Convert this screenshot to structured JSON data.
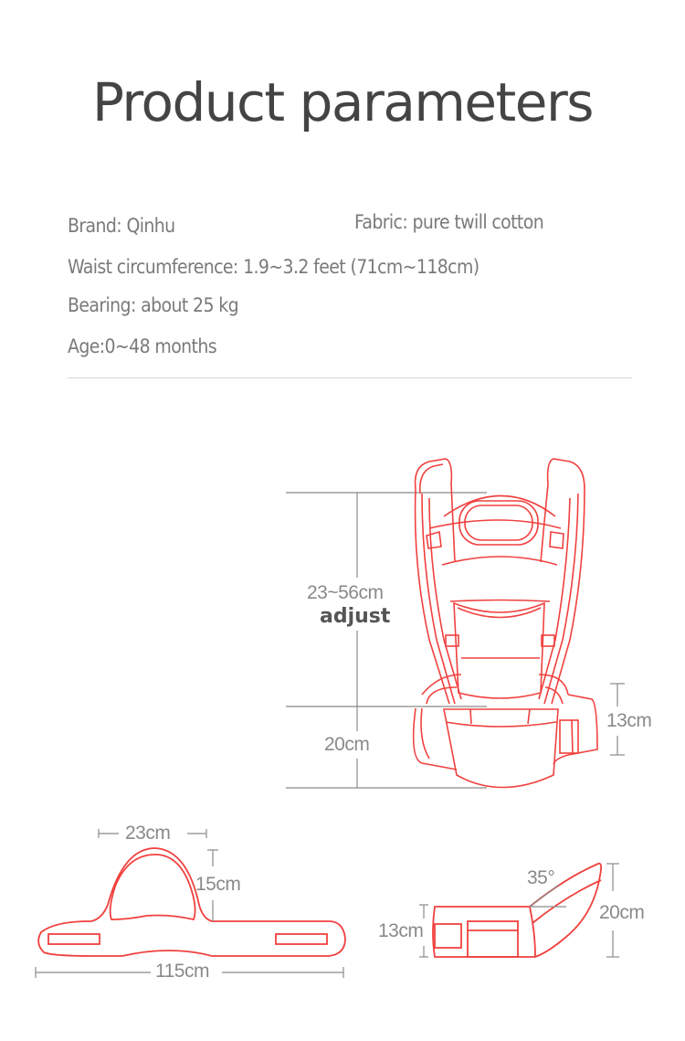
{
  "header": {
    "title": "Product parameters"
  },
  "parameters": {
    "brand": "Brand: Qinhu",
    "fabric": "Fabric: pure twill cotton",
    "waist": "Waist circumference: 1.9~3.2 feet (71cm~118cm)",
    "bearing": "Bearing: about 25 kg",
    "age": "Age:0~48 months"
  },
  "diagram_main": {
    "adjust_range": "23~56cm",
    "adjust_label": "adjust",
    "lower_height": "20cm",
    "belt_height": "13cm"
  },
  "diagram_belt": {
    "top_width": "23cm",
    "top_height": "15cm",
    "total_length": "115cm"
  },
  "diagram_seat": {
    "angle": "35°",
    "height": "20cm",
    "side_height": "13cm"
  },
  "colors": {
    "drawing": "#f0413f",
    "dimension": "#8a8a8a",
    "text": "#444444"
  }
}
